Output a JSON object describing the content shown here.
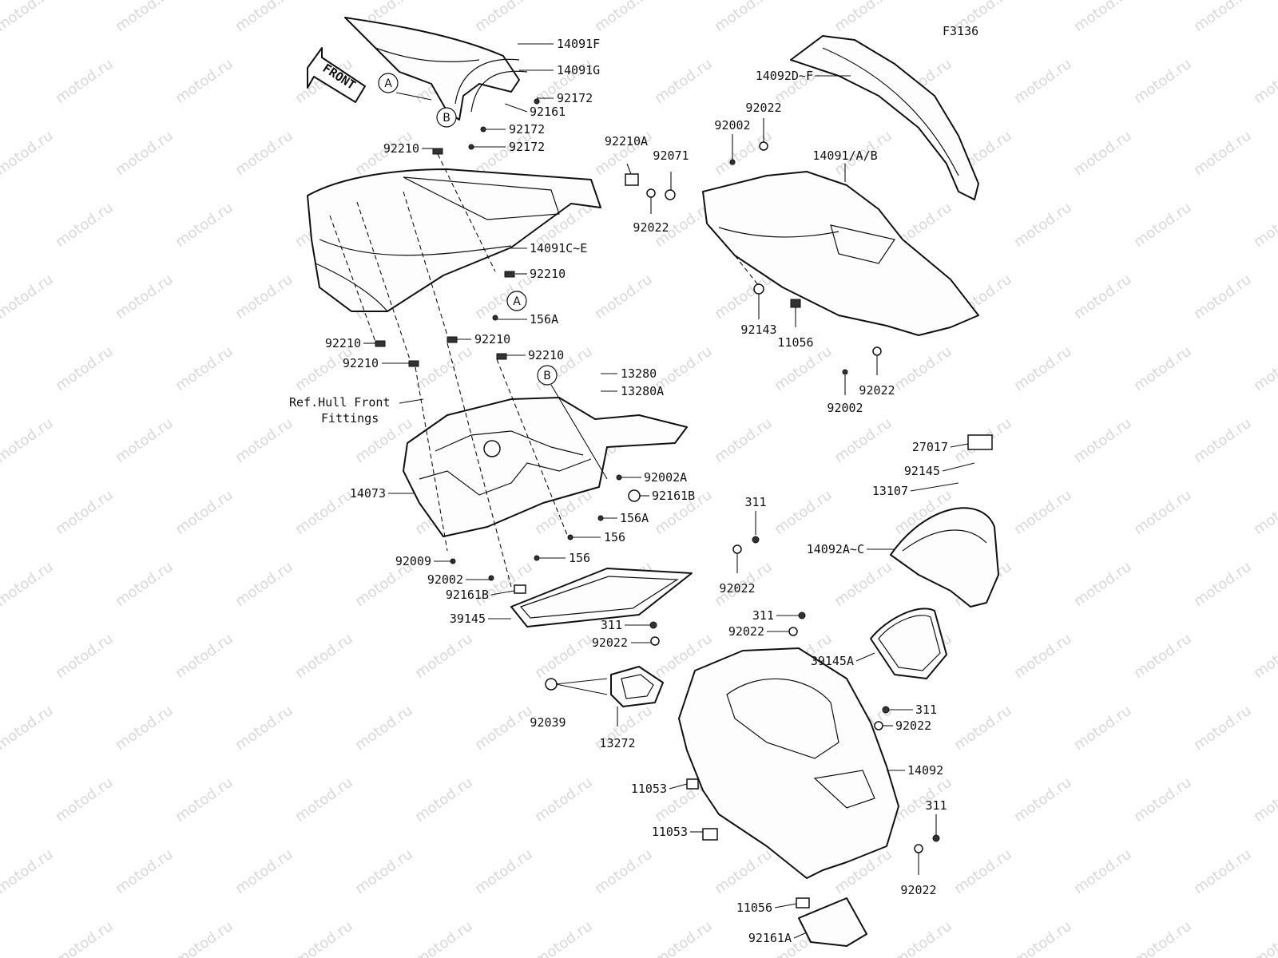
{
  "figure_code": "F3136",
  "front_label": "FRONT",
  "reference_note": {
    "line1": "Ref.Hull Front",
    "line2": "Fittings"
  },
  "callouts": {
    "a": "A",
    "b": "B"
  },
  "watermark_text": "motod.ru",
  "part_labels": [
    "14091F",
    "14091G",
    "92172",
    "92161",
    "92172",
    "92172",
    "92210",
    "14091C~E",
    "92210",
    "156A",
    "92210",
    "92210",
    "92210",
    "92210",
    "13280",
    "13280A",
    "92002A",
    "92161B",
    "156A",
    "156",
    "156",
    "14073",
    "92009",
    "92002",
    "92161B",
    "39145",
    "311",
    "92022",
    "92039",
    "13272",
    "11053",
    "11053",
    "11056",
    "92161A",
    "14092D~F",
    "92022",
    "92002",
    "92210A",
    "92071",
    "92022",
    "14091/A/B",
    "92143",
    "11056",
    "92002",
    "92022",
    "27017",
    "92145",
    "13107",
    "14092A~C",
    "311",
    "92022",
    "311",
    "92022",
    "39145A",
    "311",
    "92022",
    "14092",
    "311",
    "92022"
  ]
}
